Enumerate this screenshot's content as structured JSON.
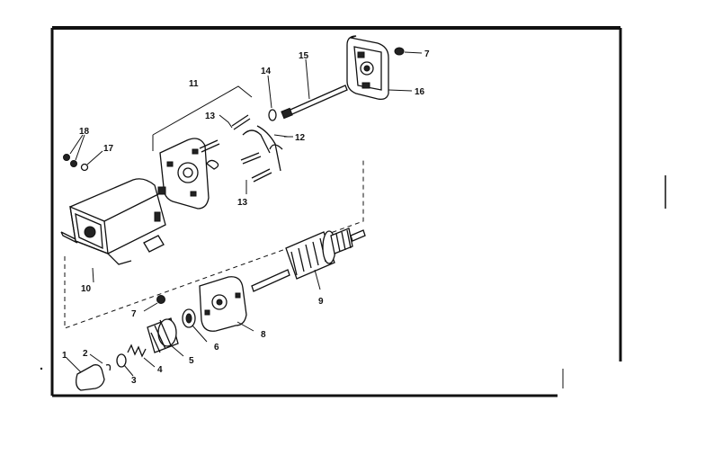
{
  "diagram": {
    "callouts": {
      "c1": "1",
      "c2": "2",
      "c3": "3",
      "c4": "4",
      "c5": "5",
      "c6": "6",
      "c7a": "7",
      "c7b": "7",
      "c8": "8",
      "c9": "9",
      "c10": "10",
      "c11": "11",
      "c12": "12",
      "c13a": "13",
      "c13b": "13",
      "c14": "14",
      "c15": "15",
      "c16": "16",
      "c17": "17",
      "c18": "18"
    }
  }
}
